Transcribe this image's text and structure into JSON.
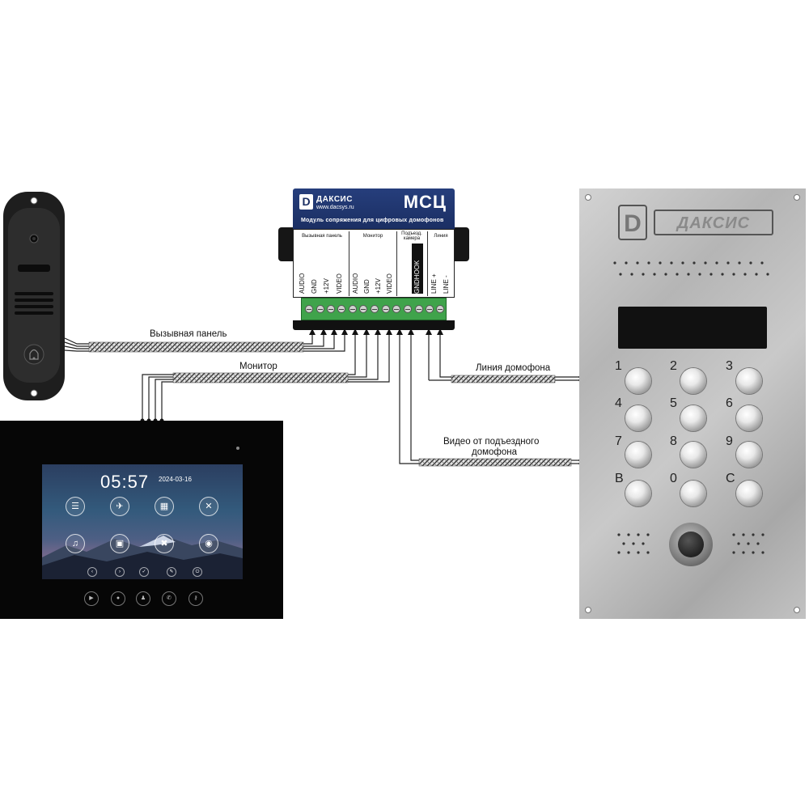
{
  "msc_module": {
    "brand": "ДАКСИС",
    "logo_letter": "D",
    "website": "www.dacsys.ru",
    "model": "МСЦ",
    "description": "Модуль сопряжения для цифровых домофонов",
    "groups": {
      "call_panel": "Вызывная панель",
      "monitor": "Монитор",
      "entrance_camera": "Подъезд. камера",
      "line": "Линия"
    },
    "pins": [
      "AUDIO",
      "GND",
      "+12V",
      "VIDEO",
      "AUDIO",
      "GND",
      "+12V",
      "VIDEO",
      "GNDHOOK",
      "LINE +",
      "LINE -"
    ]
  },
  "labels": {
    "call_panel": "Вызывная панель",
    "monitor": "Монитор",
    "intercom_line": "Линия домофона",
    "entrance_video_1": "Видео от подъездного",
    "entrance_video_2": "домофона"
  },
  "monitor_device": {
    "time": "05:57",
    "date": "2024-03-16"
  },
  "outdoor_panel": {
    "brand": "ДАКСИС",
    "logo_letter": "D",
    "keys": [
      "1",
      "2",
      "3",
      "4",
      "5",
      "6",
      "7",
      "8",
      "9",
      "B",
      "0",
      "C"
    ]
  },
  "colors": {
    "msc_blue": "#1b2f63",
    "terminal_green": "#3fa34b",
    "cable_gray": "#8a8a8a"
  }
}
